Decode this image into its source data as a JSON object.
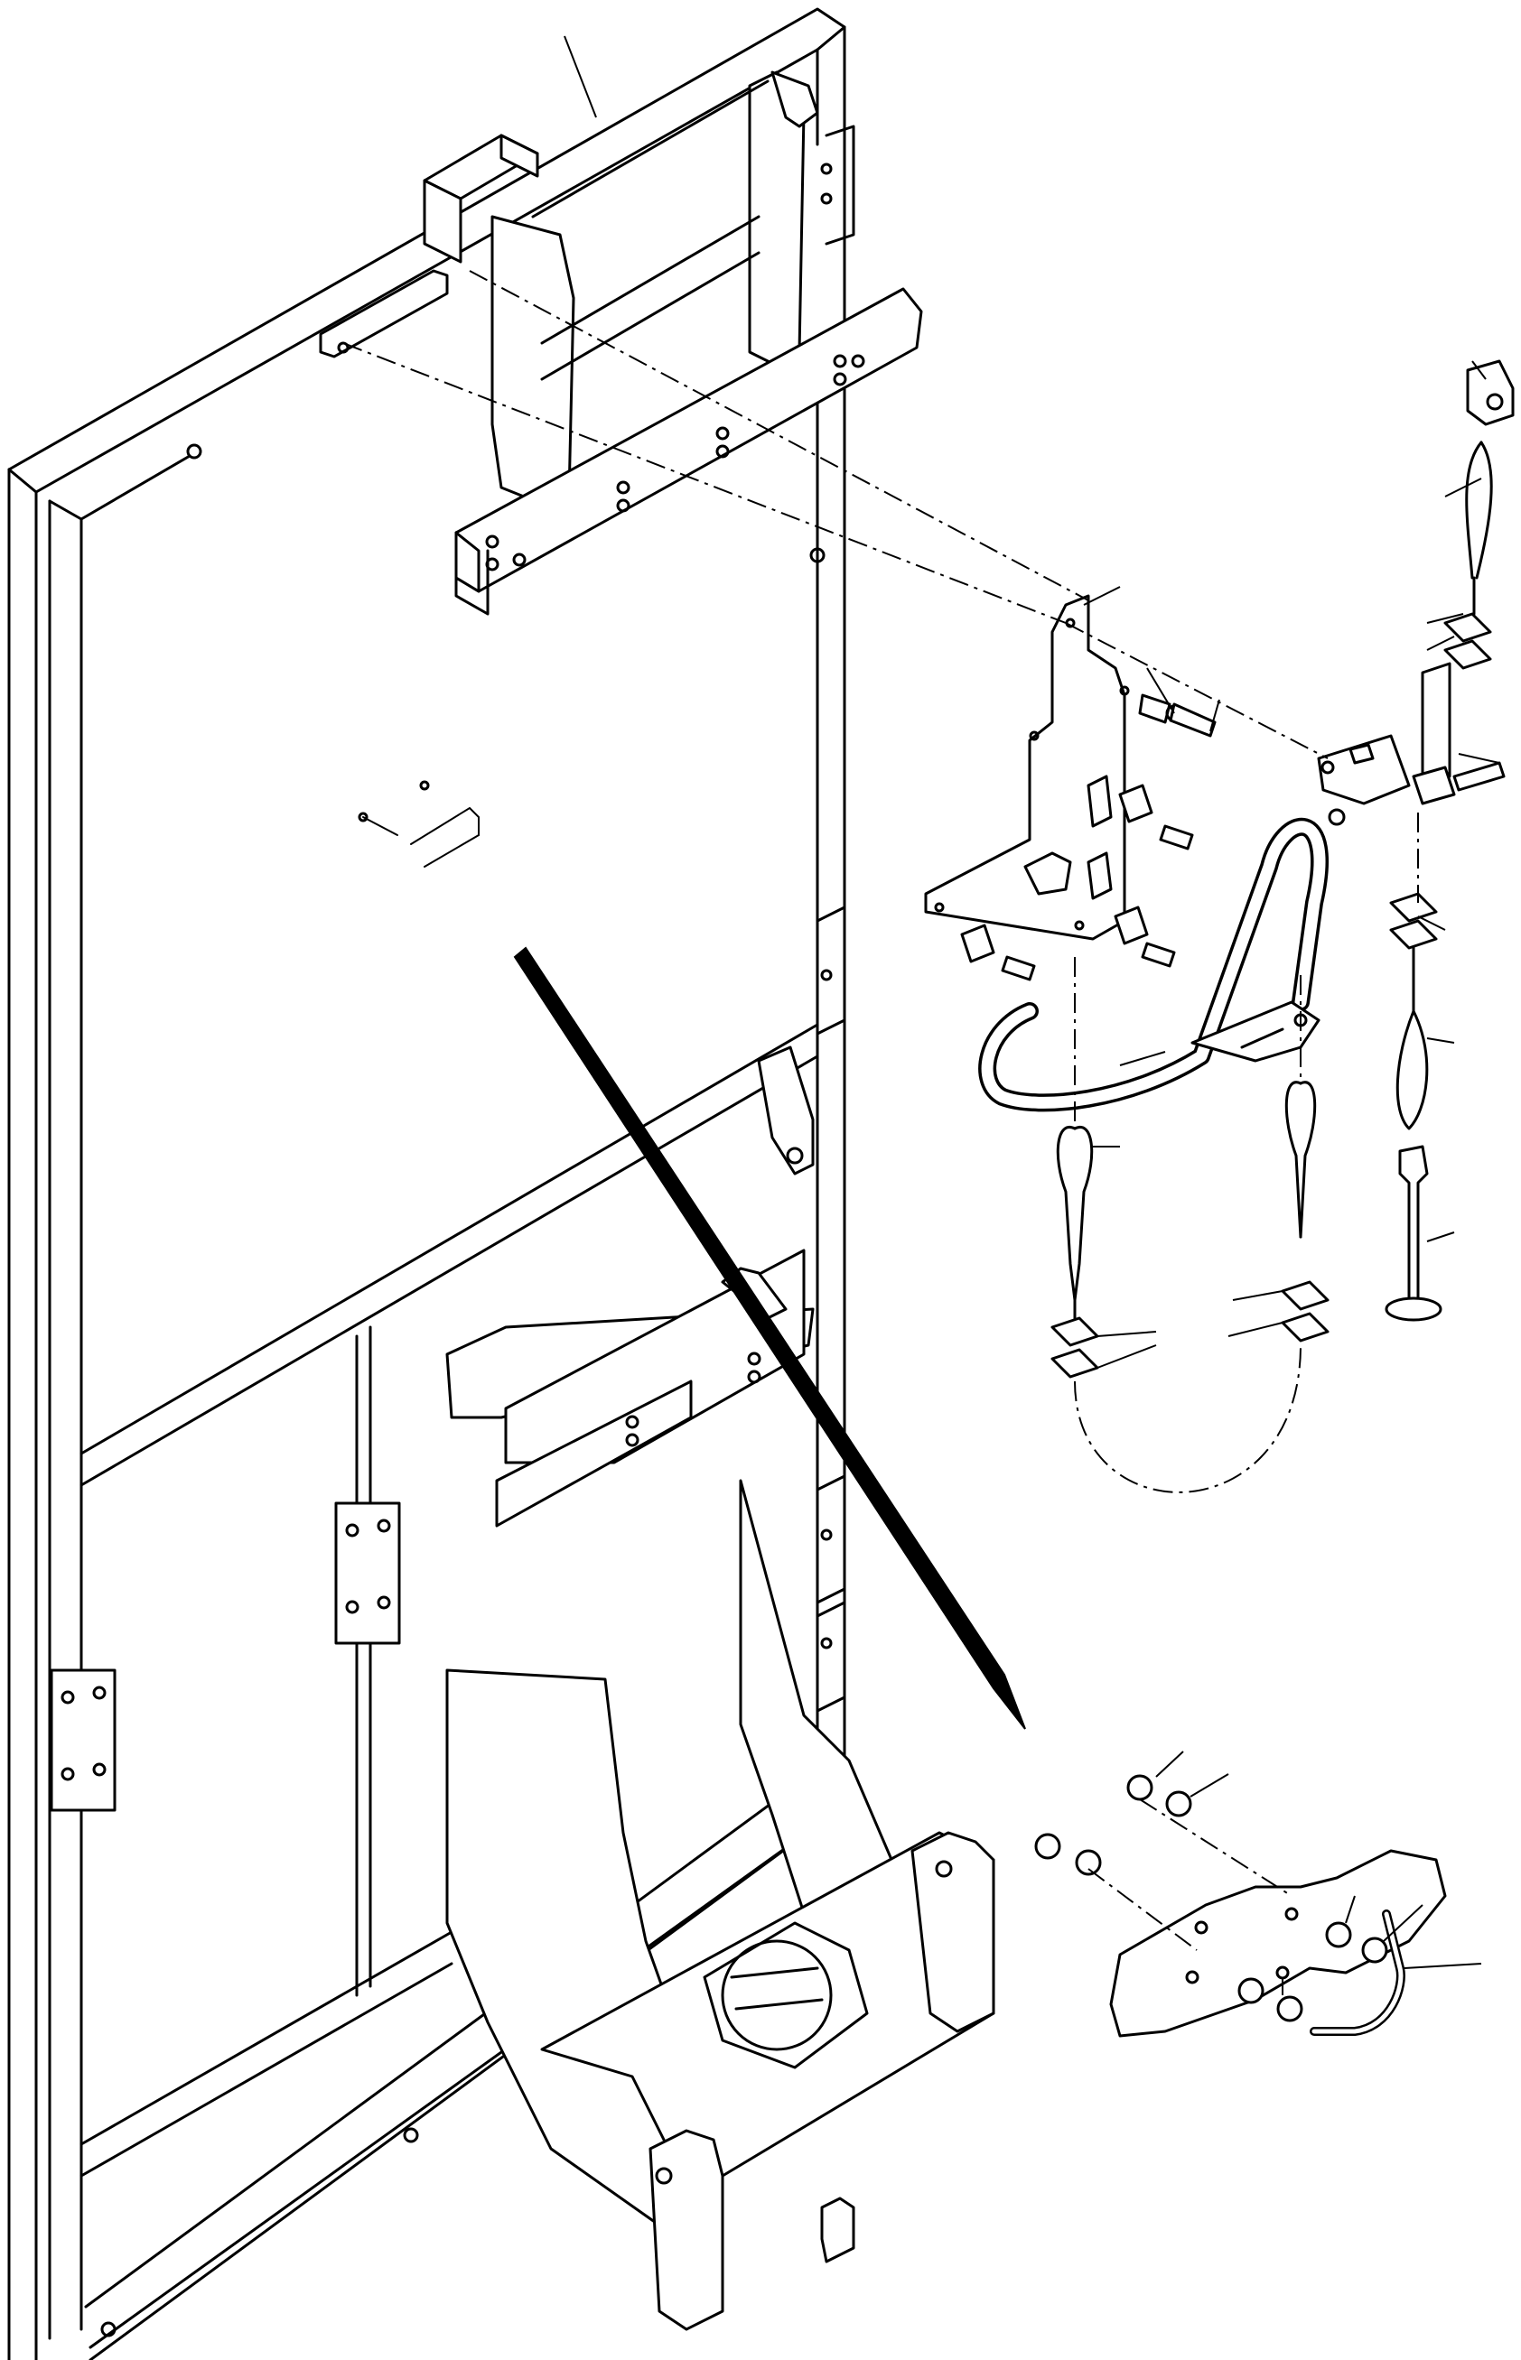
{
  "drawing": {
    "parts": [
      {
        "id": "cab-rear-panel-frame"
      },
      {
        "id": "upper-mounting-bracket"
      },
      {
        "id": "lower-seat-bucket"
      },
      {
        "id": "support-plate"
      },
      {
        "id": "step-handle"
      },
      {
        "id": "locking-pin"
      },
      {
        "id": "end-cap"
      },
      {
        "id": "cover-plate"
      },
      {
        "id": "u-bolt"
      },
      {
        "id": "lanyard-cable"
      }
    ],
    "colors": {
      "line": "#000000",
      "background": "#ffffff"
    },
    "callout_labels": []
  }
}
